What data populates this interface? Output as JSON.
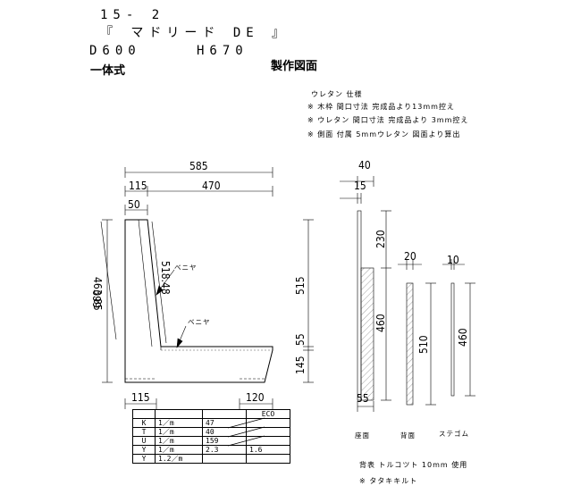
{
  "header": {
    "number": "15- 2",
    "model": "『 マドリード DE 』",
    "depth": "D600",
    "height": "H670",
    "type": "一体式",
    "drawing_title": "製作図面"
  },
  "notes": {
    "title": "ウレタン 仕様",
    "lines": [
      "※ 木枠 間口寸法 完成品より13mm控え",
      "※ ウレタン 間口寸法 完成品より 3mm控え",
      "※ 側面 付属 5mmウレタン 図面より算出"
    ]
  },
  "side_view": {
    "dims": {
      "overall_depth": "585",
      "left_offset": "115",
      "seat_depth": "470",
      "back_top": "50",
      "back_slope_outer": "463.85",
      "back_slope_inner": "518.48",
      "overall_height": "660",
      "right_height": "515",
      "upper_55": "55",
      "base_height": "145",
      "bottom_left": "115",
      "bottom_right": "120"
    },
    "labels": {
      "veneer_back": "ベニヤ",
      "veneer_seat": "ベニヤ"
    }
  },
  "parts": {
    "seat": {
      "width_top": "40",
      "inner": "15",
      "upper": "230",
      "lower": "460",
      "bottom": "55",
      "label": "座面"
    },
    "back": {
      "width": "20",
      "height": "510",
      "label": "背面"
    },
    "stage": {
      "width": "10",
      "height": "460",
      "label": "ステゴム"
    }
  },
  "spec_table": {
    "header": [
      "",
      "",
      "",
      "ECO"
    ],
    "rows": [
      [
        "K",
        "1／m",
        "47",
        ""
      ],
      [
        "T",
        "1／m",
        "40",
        ""
      ],
      [
        "U",
        "1／m",
        "159",
        ""
      ],
      [
        "Y",
        "1／m",
        "2.3",
        "1.6"
      ],
      [
        "Y",
        "1.2／m",
        "",
        ""
      ]
    ]
  },
  "footer": {
    "line1": "背表 トルコツト 10mm 使用",
    "line2": "※ タタキキルト"
  }
}
